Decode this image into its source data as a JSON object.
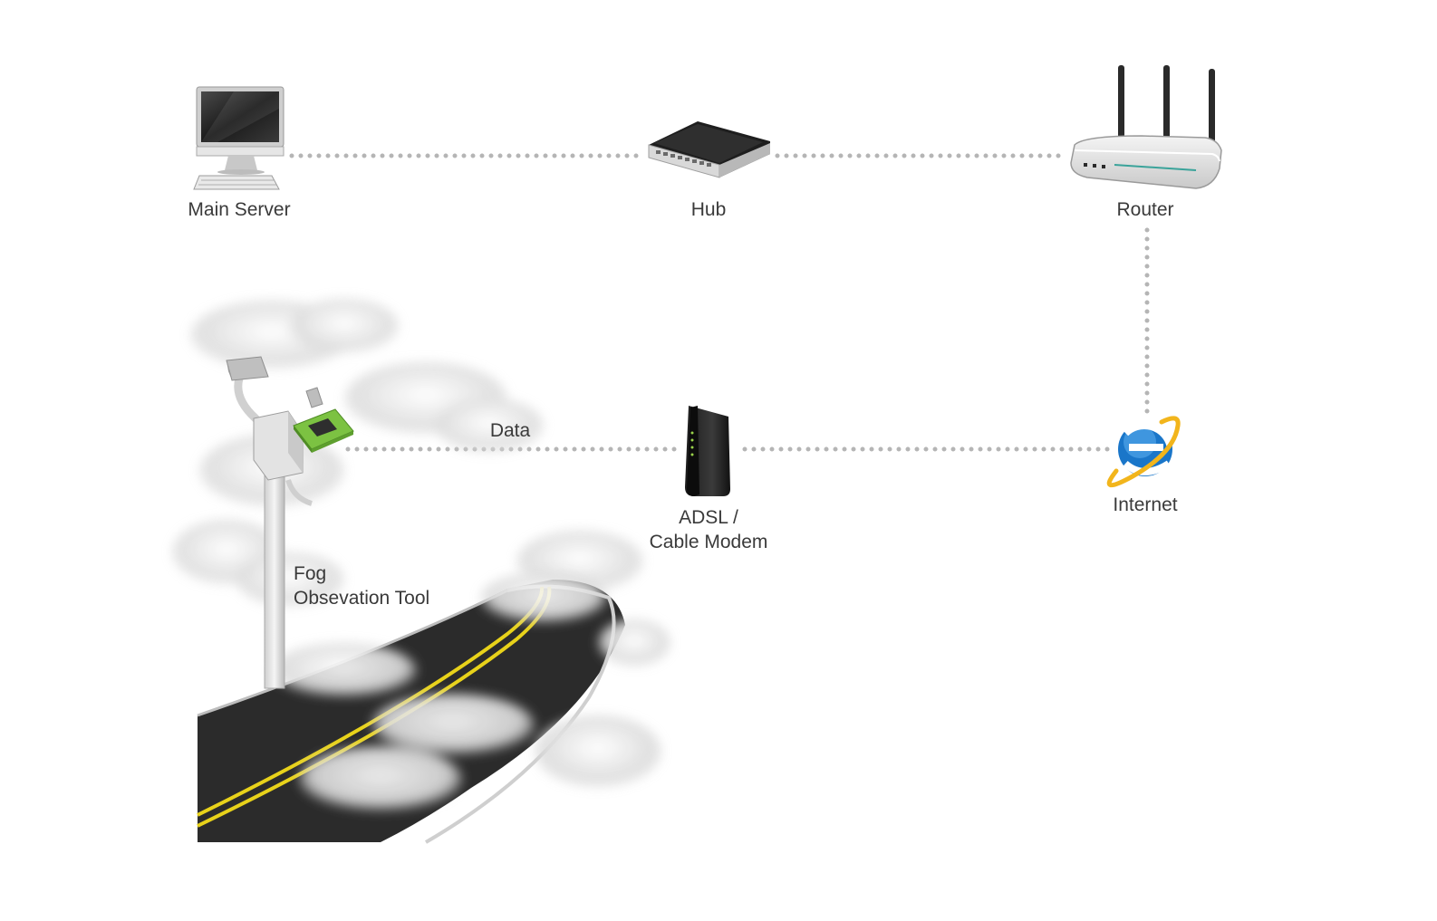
{
  "nodes": {
    "main_server": {
      "label": "Main Server",
      "icon": "desktop-computer-icon"
    },
    "hub": {
      "label": "Hub",
      "icon": "network-hub-icon"
    },
    "router": {
      "label": "Router",
      "icon": "wireless-router-icon"
    },
    "internet": {
      "label": "Internet",
      "icon": "internet-explorer-icon"
    },
    "modem": {
      "label_line1": "ADSL /",
      "label_line2": "Cable Modem",
      "icon": "cable-modem-icon"
    },
    "fog_tool": {
      "label_line1": "Fog",
      "label_line2": "Obsevation Tool",
      "icon": "fog-sensor-pole-icon"
    }
  },
  "links": {
    "data_label": "Data"
  },
  "colors": {
    "connector": "#b5b5b5",
    "text": "#3a3a3a",
    "road_line": "#e8d21a",
    "asphalt": "#2b2b2b",
    "chip": "#7cc242",
    "ie_blue": "#1a76c9",
    "ie_ring": "#f2b51c"
  }
}
